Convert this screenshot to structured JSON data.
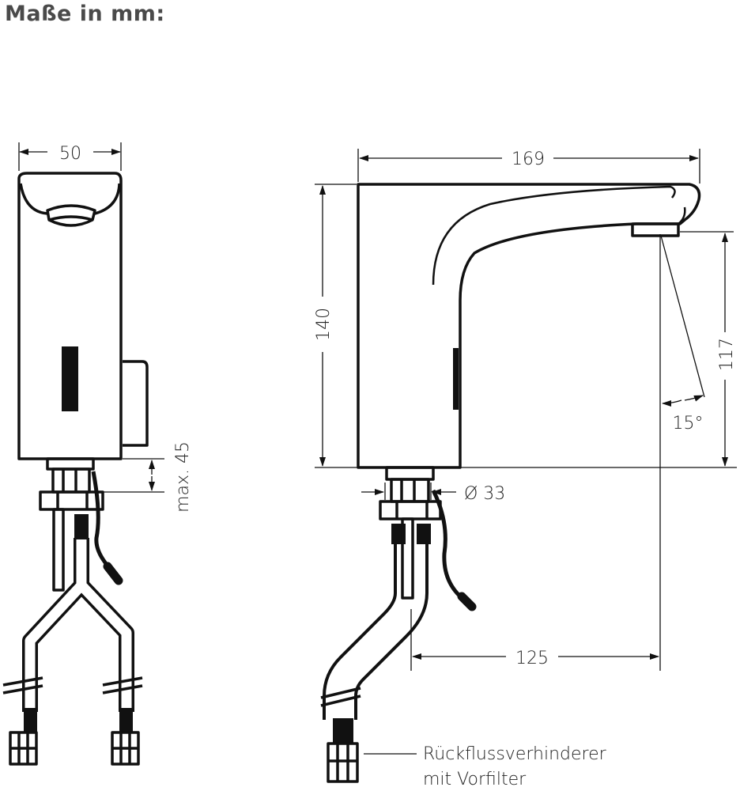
{
  "title": "Maße in mm:",
  "dimensions": {
    "width_front": "50",
    "mount_max": "max. 45",
    "length": "169",
    "height": "140",
    "spout_height": "117",
    "angle": "15°",
    "diameter": "Ø 33",
    "spout_reach": "125"
  },
  "labels": {
    "backflow_line1": "Rückflussverhinderer",
    "backflow_line2": "mit Vorfilter"
  }
}
